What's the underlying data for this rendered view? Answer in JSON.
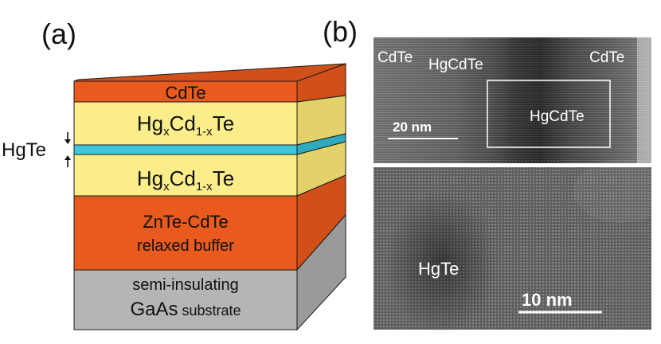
{
  "panel_a": {
    "label": "(a)",
    "layers": {
      "cdte_top": "CdTe",
      "hgcdte_upper": [
        "Hg",
        "x",
        "Cd",
        "1-x",
        "Te"
      ],
      "hgcdte_lower": [
        "Hg",
        "x",
        "Cd",
        "1-x",
        "Te"
      ],
      "buffer_line1": "ZnTe-CdTe",
      "buffer_line2": "relaxed buffer",
      "substrate_line1": "semi-insulating",
      "substrate_line2_main": "GaAs",
      "substrate_line2_rest": " substrate"
    },
    "well_label": "HgTe",
    "colors": {
      "cdte": "#e85a1e",
      "hgcdte": "#fbee8a",
      "hgte": "#3ec6dc",
      "substrate": "#b5b5b5",
      "outline": "#1a1a1a"
    }
  },
  "panel_b": {
    "label": "(b)",
    "top_image": {
      "label_cdte_left": "CdTe",
      "label_hgcdte_left": "HgCdTe",
      "label_cdte_right": "CdTe",
      "label_hgcdte_box": "HgCdTe",
      "scale_bar": "20 nm"
    },
    "bottom_image": {
      "label_hgte": "HgTe",
      "scale_bar": "10 nm"
    }
  }
}
